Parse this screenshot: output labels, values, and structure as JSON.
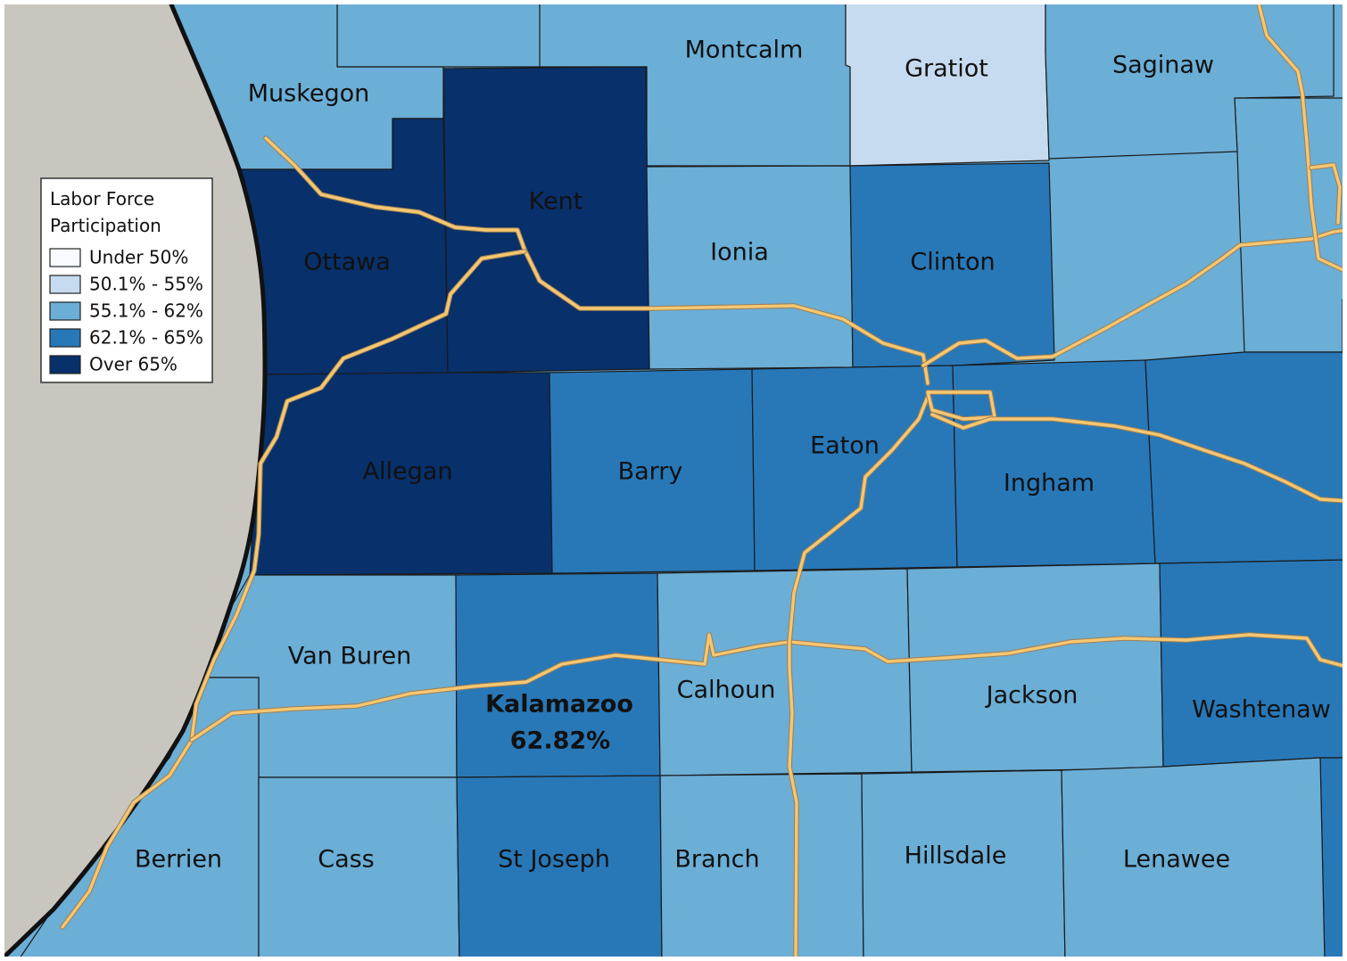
{
  "legend": {
    "title_line1": "Labor Force",
    "title_line2": "Participation",
    "classes": [
      {
        "label": "Under 50%",
        "color": "#f7fbff"
      },
      {
        "label": "50.1% - 55%",
        "color": "#c6dbef"
      },
      {
        "label": "55.1% - 62%",
        "color": "#6baed6"
      },
      {
        "label": "62.1% - 65%",
        "color": "#2878b8"
      },
      {
        "label": "Over 65%",
        "color": "#08306b"
      }
    ]
  },
  "colors": {
    "lake": "#c8c6bf",
    "highway": "#f6c772",
    "border": "#1a1a1a"
  },
  "counties": {
    "muskegon": {
      "name": "Muskegon",
      "class": 2
    },
    "montcalm": {
      "name": "Montcalm",
      "class": 2
    },
    "gratiot": {
      "name": "Gratiot",
      "class": 1
    },
    "saginaw": {
      "name": "Saginaw",
      "class": 2
    },
    "ottawa": {
      "name": "Ottawa",
      "class": 4
    },
    "kent": {
      "name": "Kent",
      "class": 4
    },
    "ionia": {
      "name": "Ionia",
      "class": 2
    },
    "clinton": {
      "name": "Clinton",
      "class": 3
    },
    "allegan": {
      "name": "Allegan",
      "class": 4
    },
    "barry": {
      "name": "Barry",
      "class": 3
    },
    "eaton": {
      "name": "Eaton",
      "class": 3
    },
    "ingham": {
      "name": "Ingham",
      "class": 3
    },
    "van_buren": {
      "name": "Van Buren",
      "class": 2
    },
    "kalamazoo": {
      "name": "Kalamazoo",
      "class": 3,
      "value": "62.82%"
    },
    "calhoun": {
      "name": "Calhoun",
      "class": 2
    },
    "jackson": {
      "name": "Jackson",
      "class": 2
    },
    "washtenaw": {
      "name": "Washtenaw",
      "class": 3
    },
    "berrien": {
      "name": "Berrien",
      "class": 2
    },
    "cass": {
      "name": "Cass",
      "class": 2
    },
    "st_joseph": {
      "name": "St Joseph",
      "class": 3
    },
    "branch": {
      "name": "Branch",
      "class": 2
    },
    "hillsdale": {
      "name": "Hillsdale",
      "class": 2
    },
    "lenawee": {
      "name": "Lenawee",
      "class": 2
    }
  },
  "unlabeled_areas": [
    {
      "id": "north-strip",
      "class": 2
    },
    {
      "id": "east-upper",
      "class": 2
    },
    {
      "id": "east-middle",
      "class": 3
    },
    {
      "id": "east-lower",
      "class": 3
    }
  ]
}
